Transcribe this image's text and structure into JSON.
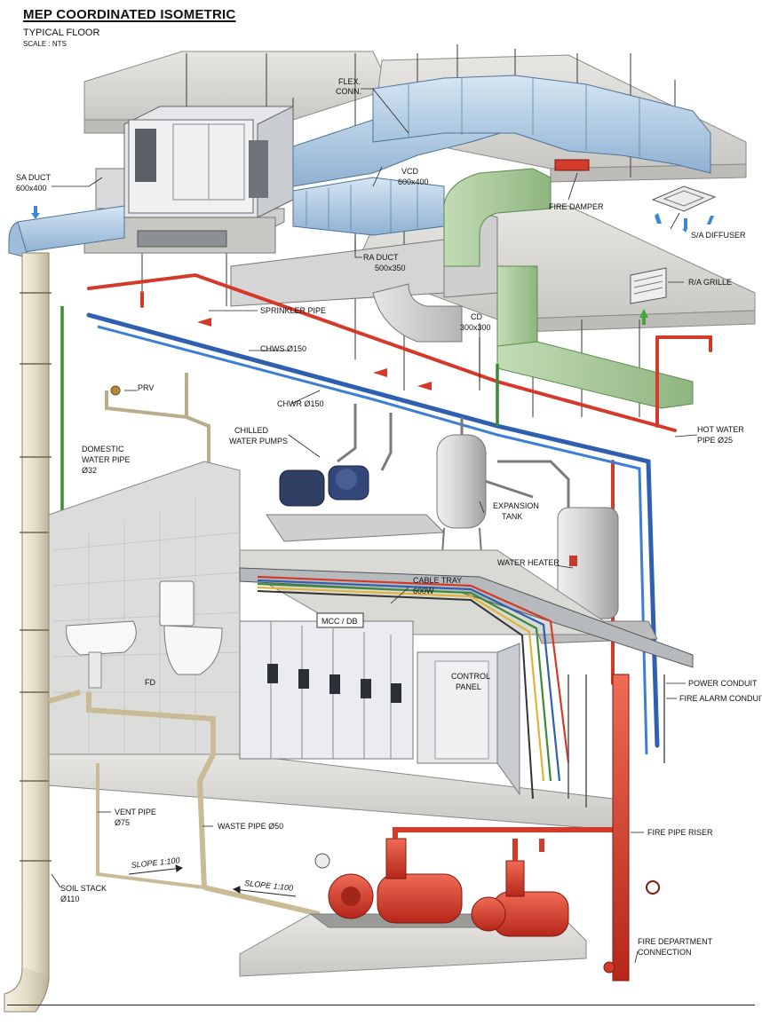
{
  "header": {
    "title": "MEP COORDINATED ISOMETRIC",
    "subtitle": "TYPICAL FLOOR",
    "scale": "SCALE : NTS"
  },
  "labels": {
    "flex_conn_1": "FLEX.",
    "flex_conn_2": "CONN.",
    "sa_duct_1": "SA DUCT",
    "sa_duct_2": "600x400",
    "vcd_1": "VCD",
    "vcd_2": "600x400",
    "fire_damper": "FIRE DAMPER",
    "sa_diffuser": "S/A DIFFUSER",
    "ra_duct_1": "RA DUCT",
    "ra_duct_2": "500x350",
    "ra_grille": "R/A GRILLE",
    "sprinkler_pipe": "SPRINKLER PIPE",
    "cd_1": "CD",
    "cd_2": "300x300",
    "chws": "CHWS  Ø150",
    "chwr": "CHWR  Ø150",
    "prv": "PRV",
    "hot_water_1": "HOT WATER",
    "hot_water_2": "PIPE  Ø25",
    "chilled_pumps_1": "CHILLED",
    "chilled_pumps_2": "WATER PUMPS",
    "domestic_1": "DOMESTIC",
    "domestic_2": "WATER PIPE",
    "domestic_3": "Ø32",
    "expansion_1": "EXPANSION",
    "expansion_2": "TANK",
    "water_heater": "WATER HEATER",
    "cable_tray_1": "CABLE TRAY",
    "cable_tray_2": "600W",
    "mcc_db": "MCC / DB",
    "control_panel_1": "CONTROL",
    "control_panel_2": "PANEL",
    "power_conduit": "POWER CONDUIT",
    "fire_alarm_conduit": "FIRE ALARM CONDUIT",
    "fd": "FD",
    "vent_pipe_1": "VENT PIPE",
    "vent_pipe_2": "Ø75",
    "waste_pipe": "WASTE PIPE  Ø50",
    "fire_pipe_riser": "FIRE PIPE RISER",
    "slope_1": "SLOPE 1:100",
    "slope_2": "SLOPE 1:100",
    "soil_stack_1": "SOIL STACK",
    "soil_stack_2": "Ø110",
    "fdc_1": "FIRE DEPARTMENT",
    "fdc_2": "CONNECTION"
  },
  "colors": {
    "supply_duct": "#a9c6e0",
    "return_duct": "#c9d9c0",
    "green_duct": "#a8c89a",
    "fire": "#d63a2a",
    "chilled": "#2f5fb0",
    "domestic": "#3d8a3a",
    "concrete": "#d9d9d6",
    "steel": "#c9cdd2"
  }
}
